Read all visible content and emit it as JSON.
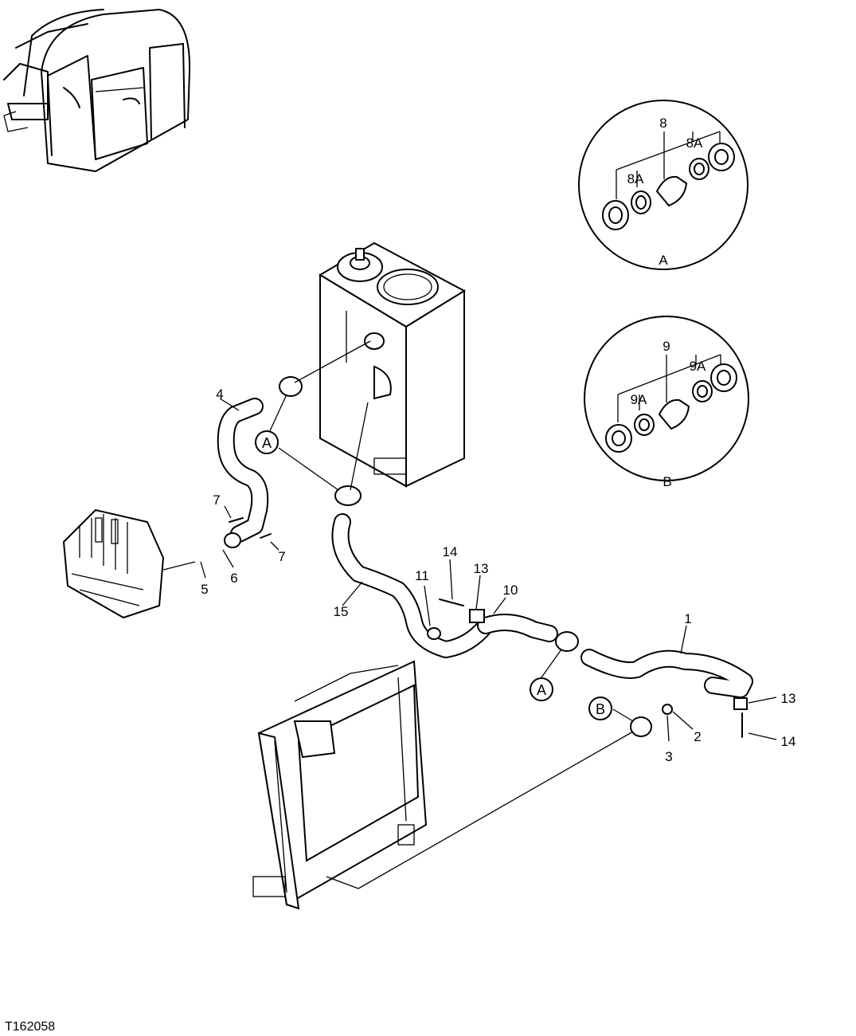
{
  "figure_id": "T162058",
  "detail_views": [
    {
      "label": "A",
      "parts": [
        "8",
        "8A",
        "8A"
      ]
    },
    {
      "label": "B",
      "parts": [
        "9",
        "9A",
        "9A"
      ]
    }
  ],
  "callouts": {
    "c1": "1",
    "c2": "2",
    "c3": "3",
    "c4": "4",
    "c5": "5",
    "c6": "6",
    "c7a": "7",
    "c7b": "7",
    "c10": "10",
    "c11": "11",
    "c13a": "13",
    "c13b": "13",
    "c14a": "14",
    "c14b": "14",
    "c15": "15"
  },
  "circle_refs": {
    "a1": "A",
    "a2": "A",
    "b1": "B"
  }
}
